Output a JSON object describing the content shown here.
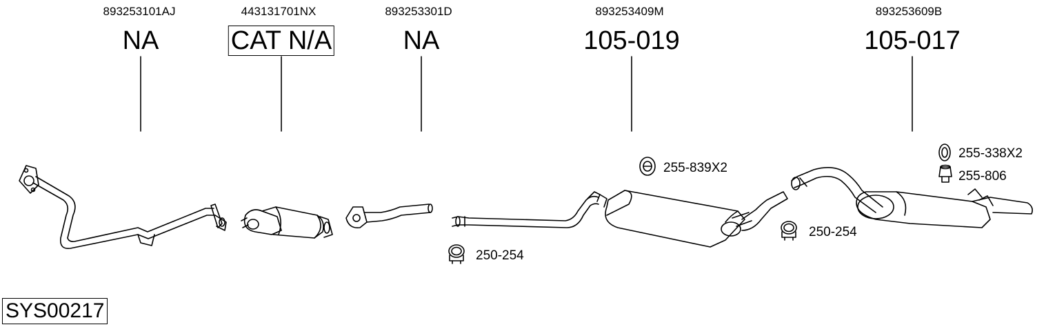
{
  "columns": [
    {
      "oem": "893253101AJ",
      "part": "NA"
    },
    {
      "oem": "443131701NX",
      "part": "CAT N/A"
    },
    {
      "oem": "893253301D",
      "part": "NA"
    },
    {
      "oem": "893253409M",
      "part": "105-019"
    },
    {
      "oem": "893253609B",
      "part": "105-017"
    }
  ],
  "accessories": {
    "clamp_front": "250-254",
    "mount_middle": "255-839X2",
    "clamp_rear": "250-254",
    "ring_rear": "255-338X2",
    "rubber_rear": "255-806"
  },
  "system_code": "SYS00217"
}
